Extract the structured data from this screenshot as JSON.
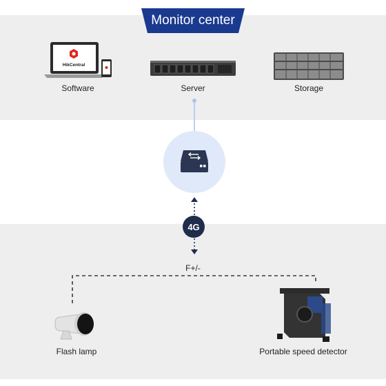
{
  "header": {
    "title": "Monitor center"
  },
  "monitor_center": {
    "devices": [
      {
        "label": "Software",
        "icon": "laptop-phone-icon",
        "brand": "HikCentral"
      },
      {
        "label": "Server",
        "icon": "server-rack-icon"
      },
      {
        "label": "Storage",
        "icon": "storage-array-icon"
      }
    ]
  },
  "network": {
    "badge": "4G",
    "icon": "network-switch-icon"
  },
  "field": {
    "link_label": "F+/-",
    "devices": [
      {
        "label": "Flash lamp",
        "icon": "flash-lamp-icon"
      },
      {
        "label": "Portable speed detector",
        "icon": "speed-detector-icon"
      }
    ]
  },
  "colors": {
    "accent": "#1a3a8f",
    "panel": "#eeeeee",
    "badge": "#1f2c4b",
    "link": "#a9c5ee"
  }
}
